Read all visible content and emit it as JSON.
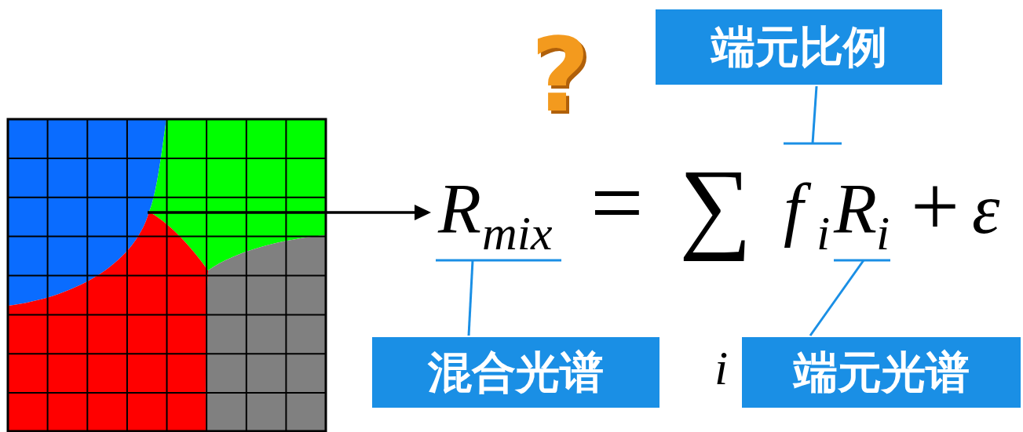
{
  "diagram": {
    "nodes": [
      {
        "text": [
          "端元比例"
        ]
      },
      {
        "text": [
          "混合光谱"
        ]
      },
      {
        "text": [
          "端元光谱"
        ]
      }
    ],
    "labels": [
      "?",
      "R",
      "mix",
      "=",
      "∑",
      "i",
      "f",
      "i",
      "R",
      "i",
      "+",
      "ε"
    ]
  }
}
